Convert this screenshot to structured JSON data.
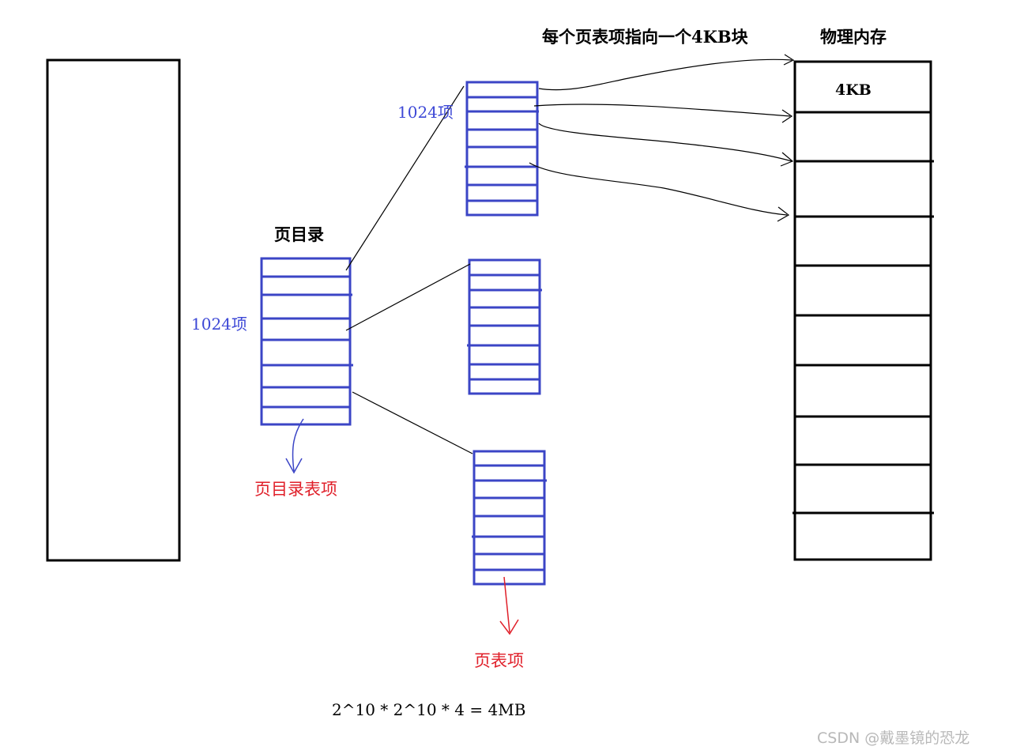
{
  "labels": {
    "pte_points_to": "每个页表项指向一个4KB块",
    "physical_memory": "物理内存",
    "block_4kb": "4KB",
    "page_directory": "页目录",
    "pt_entries_count": "1024项",
    "pd_entries_count": "1024项",
    "pde": "页目录表项",
    "pte": "页表项",
    "formula": "2^10 * 2^10 * 4 = 4MB"
  },
  "watermark": "CSDN @戴墨镜的恐龙",
  "colors": {
    "table_blue": "#3b45c6",
    "label_blue": "#3d48d6",
    "label_red": "#e0202a",
    "line": "#000000"
  }
}
